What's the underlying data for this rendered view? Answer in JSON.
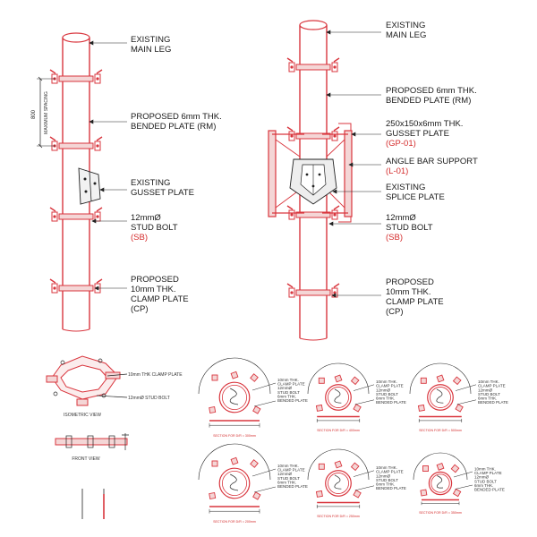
{
  "left_elevation": {
    "labels": [
      {
        "lines": [
          "EXISTING",
          "MAIN LEG"
        ]
      },
      {
        "lines": [
          "PROPOSED 6mm THK.",
          "BENDED PLATE (RM)"
        ]
      },
      {
        "lines": [
          "EXISTING",
          "GUSSET PLATE"
        ]
      },
      {
        "lines": [
          "12mmØ",
          "STUD BOLT"
        ],
        "tag": "(SB)"
      },
      {
        "lines": [
          "PROPOSED",
          "10mm THK.",
          "CLAMP PLATE",
          "(CP)"
        ]
      }
    ],
    "dimension": {
      "value": "800",
      "text": "MAXIMUM SPACING"
    }
  },
  "right_elevation": {
    "labels": [
      {
        "lines": [
          "EXISTING",
          "MAIN LEG"
        ]
      },
      {
        "lines": [
          "PROPOSED 6mm THK.",
          "BENDED PLATE (RM)"
        ]
      },
      {
        "lines": [
          "250x150x6mm THK.",
          "GUSSET PLATE"
        ],
        "tag": "(GP-01)"
      },
      {
        "lines": [
          "ANGLE BAR SUPPORT"
        ],
        "tag": "(L-01)"
      },
      {
        "lines": [
          "EXISTING",
          "SPLICE PLATE"
        ]
      },
      {
        "lines": [
          "12mmØ",
          "STUD BOLT"
        ],
        "tag": "(SB)"
      },
      {
        "lines": [
          "PROPOSED",
          "10mm THK.",
          "CLAMP PLATE",
          "(CP)"
        ]
      }
    ]
  },
  "isometric": {
    "clamp_label": "10mm THK CLAMP PLATE",
    "bolt_label": "12mmØ STUD BOLT",
    "title": "ISOMETRIC VIEW"
  },
  "front_view": {
    "title": "FRONT VIEW"
  },
  "sections": [
    {
      "caption": "SECTION FOR D/R = 300mm",
      "notes": [
        "10mm THK.",
        "CLAMP PLATE",
        "12mmØ",
        "STUD BOLT",
        "6mm THK.",
        "BENDED PLATE"
      ]
    },
    {
      "caption": "SECTION FOR D/R = 400mm",
      "notes": [
        "10mm THK.",
        "CLAMP PLATE",
        "12mmØ",
        "STUD BOLT",
        "6mm THK.",
        "BENDED PLATE"
      ]
    },
    {
      "caption": "SECTION FOR D/R = 500mm",
      "notes": [
        "10mm THK.",
        "CLAMP PLATE",
        "12mmØ",
        "STUD BOLT",
        "6mm THK.",
        "BENDED PLATE"
      ]
    },
    {
      "caption": "SECTION FOR D/R = 200mm",
      "notes": [
        "10mm THK.",
        "CLAMP PLATE",
        "12mmØ",
        "STUD BOLT",
        "6mm THK.",
        "BENDED PLATE"
      ]
    },
    {
      "caption": "SECTION FOR D/R = 250mm",
      "notes": [
        "10mm THK.",
        "CLAMP PLATE",
        "12mmØ",
        "STUD BOLT",
        "6mm THK.",
        "BENDED PLATE"
      ]
    },
    {
      "caption": "SECTION FOR D/R = 350mm",
      "notes": [
        "10mm THK.",
        "CLAMP PLATE",
        "12mmØ",
        "STUD BOLT",
        "6mm THK.",
        "BENDED PLATE"
      ]
    }
  ]
}
